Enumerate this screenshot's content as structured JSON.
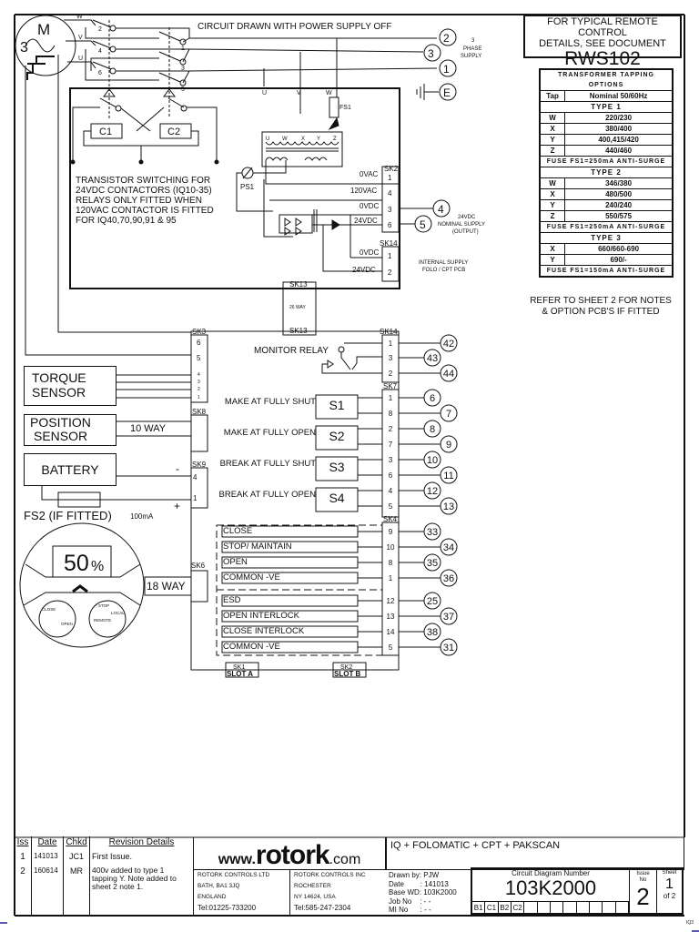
{
  "header": {
    "circuit_note": "CIRCUIT DRAWN WITH POWER SUPPLY OFF",
    "remote_box": {
      "line1": "FOR TYPICAL REMOTE CONTROL",
      "line2": "DETAILS, SEE DOCUMENT",
      "doc": "RWS102"
    },
    "refer_note": {
      "line1": "REFER TO SHEET 2 FOR NOTES",
      "line2": "& OPTION PCB'S IF FITTED"
    }
  },
  "tapping_table": {
    "title": "TRANSFORMER TAPPING OPTIONS",
    "col_tap": "Tap",
    "col_nominal": "Nominal 50/60Hz",
    "groups": [
      {
        "name": "TYPE 1",
        "rows": [
          [
            "W",
            "220/230"
          ],
          [
            "X",
            "380/400"
          ],
          [
            "Y",
            "400,415/420"
          ],
          [
            "Z",
            "440/460"
          ]
        ],
        "fuse": "FUSE FS1=250mA ANTI-SURGE"
      },
      {
        "name": "TYPE 2",
        "rows": [
          [
            "W",
            "346/380"
          ],
          [
            "X",
            "480/500"
          ],
          [
            "Y",
            "240/240"
          ],
          [
            "Z",
            "550/575"
          ]
        ],
        "fuse": "FUSE FS1=250mA ANTI-SURGE"
      },
      {
        "name": "TYPE 3",
        "rows": [
          [
            "X",
            "660/660-690"
          ],
          [
            "Y",
            "690/-"
          ]
        ],
        "fuse": "FUSE FS1=150mA ANTI-SURGE"
      }
    ]
  },
  "motor": {
    "label_m": "M",
    "label_3": "3",
    "phases": [
      "W",
      "V",
      "U"
    ],
    "contacts": [
      "2",
      "4",
      "6",
      "1",
      "3",
      "5"
    ]
  },
  "contactors": [
    "C1",
    "C2"
  ],
  "supply": {
    "terminals": [
      "2",
      "3",
      "1"
    ],
    "label": [
      "3",
      "PHASE",
      "SUPPLY"
    ],
    "earth": "E"
  },
  "transistor_note": [
    "TRANSISTOR SWITCHING FOR",
    "24VDC CONTACTORS (IQ10-35)",
    "RELAYS ONLY FITTED WHEN",
    "120VAC CONTACTOR IS FITTED",
    "FOR IQ40,70,90,91 & 95"
  ],
  "transformer": {
    "inputs": [
      "U",
      "V",
      "W"
    ],
    "taps": [
      "U",
      "W",
      "X",
      "Y",
      "Z"
    ],
    "fuse": "FS1",
    "ps": "PS1"
  },
  "sk2": {
    "name": "SK2",
    "pins": [
      {
        "label": "0VAC",
        "pin": "1"
      },
      {
        "label": "120VAC",
        "pin": "4"
      },
      {
        "label": "0VDC",
        "pin": "3"
      },
      {
        "label": "24VDC",
        "pin": "6"
      }
    ]
  },
  "sk14_supply": {
    "name": "SK14",
    "pins": [
      {
        "label": "0VDC",
        "pin": "1"
      },
      {
        "label": "24VDC",
        "pin": "2"
      }
    ]
  },
  "dc_output": {
    "terminals": [
      "4",
      "5"
    ],
    "label": [
      "24VDC",
      "NOMINAL SUPPLY",
      "(OUTPUT)"
    ]
  },
  "internal_supply": [
    "INTERNAL SUPPLY",
    "FOLO / CPT PCB"
  ],
  "sk13": {
    "top": "SK13",
    "mid": "26 WAY",
    "bottom": "SK13"
  },
  "sk3": {
    "name": "SK3",
    "pins": [
      "6",
      "5",
      "4",
      "3",
      "2",
      "1"
    ]
  },
  "sk8": {
    "name": "SK8"
  },
  "sk9": {
    "name": "SK9",
    "pins": [
      "4",
      "1"
    ],
    "minus": "-",
    "plus": "+"
  },
  "sk6": {
    "name": "SK6"
  },
  "sensors": {
    "torque": [
      "TORQUE",
      "SENSOR"
    ],
    "position": [
      "POSITION",
      "SENSOR"
    ],
    "ten_way": "10 WAY",
    "battery": "BATTERY",
    "fs2": "FS2 (IF FITTED)",
    "fs2_rating": "100mA"
  },
  "display": {
    "value": "50",
    "unit": "%",
    "eighteen_way": "18 WAY",
    "knob1": [
      "CLOSE",
      "OPEN"
    ],
    "knob2": [
      "STOP",
      "LOCAL",
      "REMOTE"
    ]
  },
  "monitor_relay": {
    "label": "MONITOR RELAY",
    "sk": "SK14",
    "pins": [
      "1",
      "3",
      "2"
    ],
    "terminals": [
      "42",
      "43",
      "44"
    ]
  },
  "sk7": {
    "name": "SK7",
    "switches": [
      {
        "label": "MAKE AT FULLY SHUT",
        "sw": "S1",
        "pins": [
          "1",
          "8"
        ],
        "terminals": [
          "6",
          "7"
        ]
      },
      {
        "label": "MAKE AT FULLY OPEN",
        "sw": "S2",
        "pins": [
          "2",
          "7"
        ],
        "terminals": [
          "8",
          "9"
        ]
      },
      {
        "label": "BREAK AT FULLY SHUT",
        "sw": "S3",
        "pins": [
          "3",
          "6"
        ],
        "terminals": [
          "10",
          "11"
        ]
      },
      {
        "label": "BREAK AT FULLY OPEN",
        "sw": "S4",
        "pins": [
          "4",
          "5"
        ],
        "terminals": [
          "12",
          "13"
        ]
      }
    ]
  },
  "sk4": {
    "name": "SK4",
    "inputs": [
      {
        "label": "CLOSE",
        "pin": "9",
        "terminal": "33"
      },
      {
        "label": "STOP/ MAINTAIN",
        "pin": "10",
        "terminal": "34"
      },
      {
        "label": "OPEN",
        "pin": "8",
        "terminal": "35"
      },
      {
        "label": "COMMON -VE",
        "pin": "1",
        "terminal": "36"
      },
      {
        "label": "ESD",
        "pin": "12",
        "terminal": "25"
      },
      {
        "label": "OPEN INTERLOCK",
        "pin": "13",
        "terminal": "37"
      },
      {
        "label": "CLOSE INTERLOCK",
        "pin": "14",
        "terminal": "38"
      },
      {
        "label": "COMMON -VE",
        "pin": "5",
        "terminal": "31"
      }
    ]
  },
  "slots": [
    {
      "sk": "SK1",
      "name": "SLOT A"
    },
    {
      "sk": "SK2",
      "name": "SLOT B"
    }
  ],
  "title_block": {
    "revisions_header": {
      "iss": "Iss",
      "date": "Date",
      "chkd": "Chkd",
      "details": "Revision Details"
    },
    "revisions": [
      {
        "iss": "1",
        "date": "141013",
        "chkd": "JC1",
        "details": "First Issue."
      },
      {
        "iss": "2",
        "date": "160614",
        "chkd": "MR",
        "details": "400v added to type 1 tapping Y. Note added to sheet 2 note 1."
      }
    ],
    "brand": {
      "prefix": "www.",
      "name": "rotork",
      "suffix": ".com"
    },
    "uk_office": [
      "ROTORK CONTROLS LTD",
      "BATH, BA1 3JQ",
      "ENGLAND",
      "Tel:01225-733200"
    ],
    "us_office": [
      "ROTORK CONTROLS INC",
      "ROCHESTER",
      "NY 14624, USA",
      "Tel:585-247-2304"
    ],
    "product": "IQ + FOLOMATIC + CPT + PAKSCAN",
    "drawn_by": "Drawn by: PJW",
    "date": "Date        : 141013",
    "base_wd": "Base WD: 103K2000",
    "job_no": "Job No    : - -",
    "mi_no": "MI No      : - -",
    "diagram_label": "Circuit Diagram Number",
    "diagram_number": "103K2000",
    "grid_refs": [
      "B1",
      "C1",
      "B2",
      "C2"
    ],
    "issue_label": "Issue No",
    "issue": "2",
    "sheet_label": "Sheet",
    "sheet": "1",
    "sheet_of": "of 2",
    "corner_tag": "IQ3"
  }
}
